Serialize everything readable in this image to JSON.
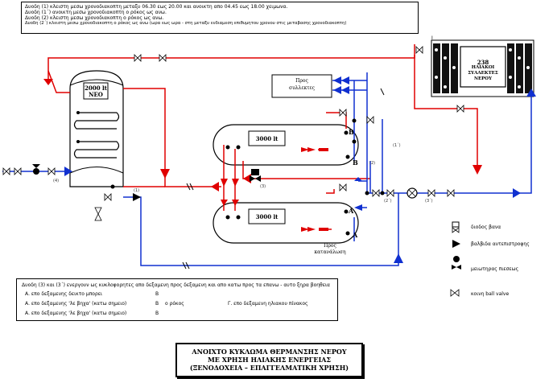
{
  "notes_top": [
    "Δυοδη (1) κλειστη μεσω χρονοδιακοπτη μεταξυ 06.30 εως 20.00 και ανοικτη απο 04.45 εως 18.00 χειμωνα.",
    "Δυοδη (1΄) ανοικτη μεσω χρονοδιακοπτη ο ρόκος ως ανω.",
    "Δυοδη (2) κλειστη μεσω χρονοδιακοπτη ο ρόκος ως ανω.",
    "Δυοδη (2΄) κλειστη μεσω χρονοδιακοπτη ο ρόκος ως ανω (ωρα εως ωρα - στη μεταξυ ενδιαμεση επιθυμητου χρονου στις μεταβασης χρονοδιακοπτη)"
  ],
  "tanks": {
    "main_label": "2000 lt",
    "main_sub": "ΝΕΟ",
    "tank_upper": "3000 lt",
    "tank_lower": "3000 lt"
  },
  "solar": {
    "count": "238",
    "line1": "ΗΛΙΑΚΟΙ",
    "line2": "ΣΥΛΛΕΚΤΕΣ",
    "line3": "ΝΕΡΟΥ",
    "marker": "I"
  },
  "labels": {
    "to_collectors_1": "Προς",
    "to_collectors_2": "συλλεκτες",
    "to_consumption_1": "Προς",
    "to_consumption_2": "κατανάλωση",
    "B_upper": "B",
    "B_lower": "B",
    "A_upper": "A",
    "A_lower": "A",
    "n1": "(1)",
    "n1p": "(1΄)",
    "n2": "(2)",
    "n2p": "(2΄)",
    "n3": "(3)",
    "n3p": "(3΄)",
    "n4": "(4)"
  },
  "legend": {
    "item1": "διοδος βανα",
    "item2": "βαλβιδα αντεπιστροφης",
    "item3": "μειωτηρας πιεσεως",
    "item4": "κοινη ball valve"
  },
  "notes_bottom": {
    "line1": "Δυοδη (3) και (3΄) ενεργουν ως κυκλοφορητες απο δεξαμενη προς δεξαμενη και απο κατω προς τα επανω - αυτο ξηρα βοηθεια",
    "rowA": "Α. επο δεξαμενης δεικτο μπορει",
    "rowA_r": "Β",
    "rowB": "Α. επο δεξαμενης 'λε βηχα' (κατω σημειο)",
    "rowB_r": "Β",
    "rowB_r2": "ο ρόκος",
    "rowB_g": "Γ. επο δεξαμενη ηλιακου πίνακος",
    "rowC": "Α. επο δεξαμενης 'λε βηχα' (κατω σημειο)",
    "rowC_r": "Β"
  },
  "title": {
    "line1": "ΑΝΟΙΧΤΟ ΚΥΚΛΩΜΑ ΘΕΡΜΑΝΣΗΣ ΝΕΡΟΥ",
    "line2": "ΜΕ ΧΡΗΣΗ ΗΛΙΑΚΗΣ ΕΝΕΡΓΕΙΑΣ",
    "line3": "(ΞΕΝΟΔΟΧΕΙΑ – ΕΠΑΓΓΕΛΜΑΤΙΚΗ ΧΡΗΣΗ)"
  }
}
